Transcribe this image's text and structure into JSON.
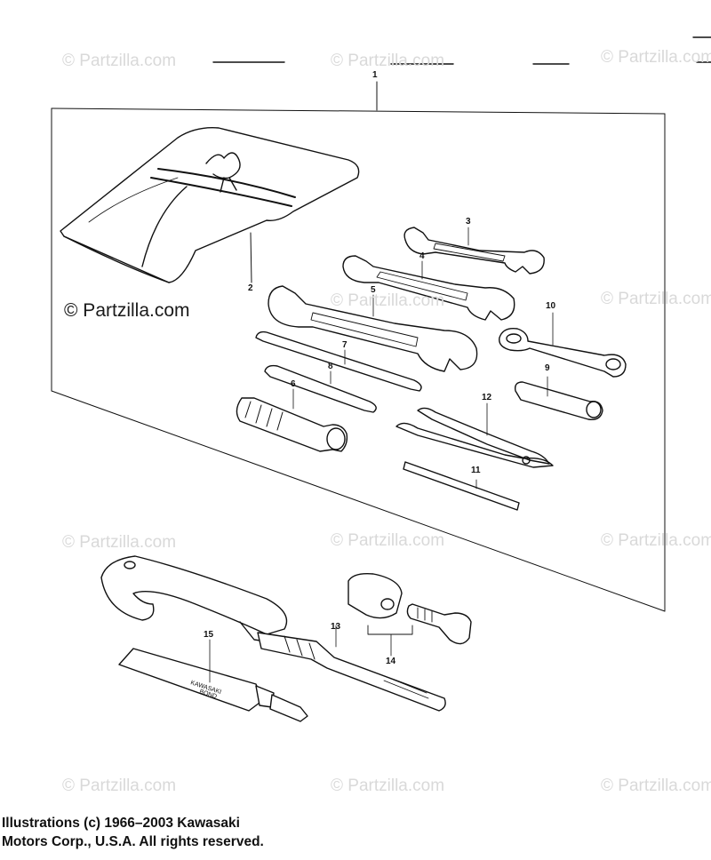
{
  "watermark": "© Partzilla.com",
  "brand_label": "© Partzilla.com",
  "copyright": {
    "line1": "Illustrations (c) 1966–2003 Kawasaki",
    "line2": "Motors Corp., U.S.A.  All rights reserved."
  },
  "tube_label": {
    "line1": "KAWASAKI",
    "line2": "BOND"
  },
  "callouts": [
    "1",
    "2",
    "3",
    "4",
    "5",
    "6",
    "7",
    "8",
    "9",
    "10",
    "11",
    "12",
    "13",
    "14",
    "15"
  ]
}
